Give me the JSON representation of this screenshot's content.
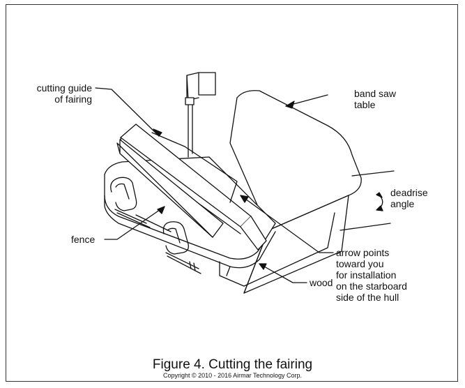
{
  "labels": {
    "cutting_guide_line1": "cutting guide",
    "cutting_guide_line2": "of fairing",
    "band_saw_line1": "band saw",
    "band_saw_line2": "table",
    "deadrise_line1": "deadrise",
    "deadrise_line2": "angle",
    "fence": "fence",
    "wood": "wood",
    "arrow_line1": "arrow points",
    "arrow_line2": "toward you",
    "arrow_line3": "for installation",
    "arrow_line4": "on the starboard",
    "arrow_line5": "side of the hull"
  },
  "caption": {
    "title": "Figure 4. Cutting the fairing",
    "copyright": "Copyright © 2010 - 2016 Airmar Technology Corp."
  }
}
